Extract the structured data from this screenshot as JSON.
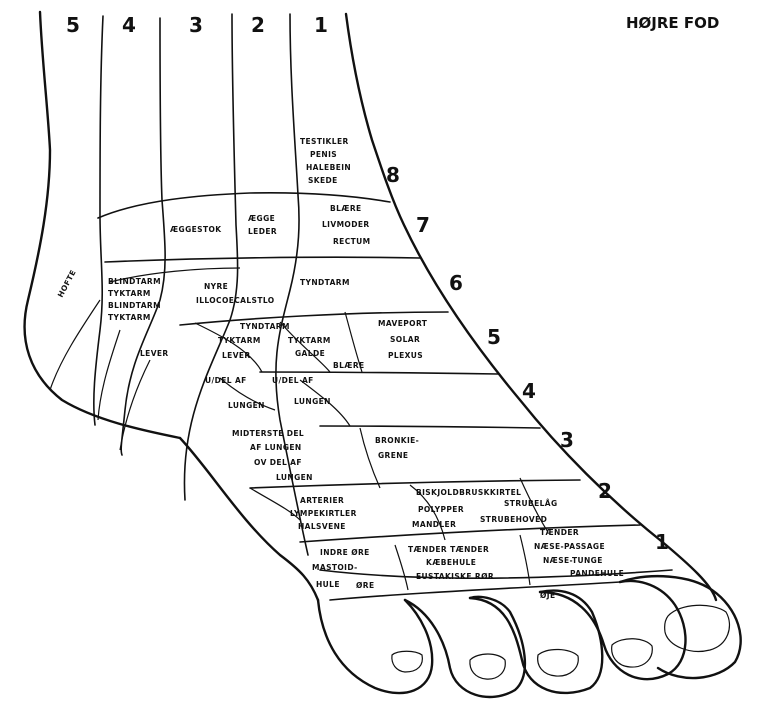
{
  "title": "HØJRE FOD",
  "column_numbers": [
    "5",
    "4",
    "3",
    "2",
    "1"
  ],
  "zone_numbers": [
    "8",
    "7",
    "6",
    "5",
    "4",
    "3",
    "2",
    "1"
  ],
  "labels": {
    "testikler": "TESTIKLER",
    "penis": "PENIS",
    "halebein": "HALEBEIN",
    "skede": "SKEDE",
    "blaere_top": "BLÆRE",
    "livmoder": "LIVMODER",
    "rectum": "RECTUM",
    "aeggestok": "ÆGGESTOK",
    "aegge": "ÆGGE",
    "leder": "LEDER",
    "hofte": "HOFTE",
    "blindtarm_1": "BLINDTARM",
    "tyktarm_1": "TYKTARM",
    "blindtarm_2": "BLINDTARM",
    "tyktarm_2": "TYKTARM",
    "nyre": "NYRE",
    "illocoecalstlo": "ILLOCOECALSTLO",
    "tyndtarm_1": "TYNDTARM",
    "tyndtarm_2": "TYNDTARM",
    "tyktarm_3": "TYKTARM",
    "tyktarm_4": "TYKTARM",
    "lever_1": "LEVER",
    "galde": "GALDE",
    "blaere_mid": "BLÆRE",
    "maveport": "MAVEPORT",
    "solar": "SOLAR",
    "plexus": "PLEXUS",
    "lever_2": "LEVER",
    "udel_af_1": "U/DEL AF",
    "udel_af_2": "U/DEL AF",
    "lungen_1": "LUNGEN",
    "lungen_2": "LUNGEN",
    "midterste_del": "MIDTERSTE DEL",
    "af_lungen": "AF LUNGEN",
    "ov_del_af": "OV DEL AF",
    "lungen_3": "LUNGEN",
    "bronkie": "BRONKIE-",
    "grene": "GRENE",
    "arterier": "ARTERIER",
    "lympekirtler": "LYMPEKIRTLER",
    "halsvene": "HALSVENE",
    "biskjoldbruskkirtel": "BISKJOLDBRUSKKIRTEL",
    "polypper": "POLYPPER",
    "strubelag": "STRUBELÅG",
    "mandler": "MANDLER",
    "strubehoved": "STRUBEHOVED",
    "taender_1": "TÆNDER",
    "naese_passage": "NÆSE-PASSAGE",
    "naese_tunge": "NÆSE-TUNGE",
    "pandehule": "PANDEHULE",
    "indre_ore": "INDRE ØRE",
    "mastoid": "MASTOID-",
    "hule": "HULE",
    "ore": "ØRE",
    "taender_taender": "TÆNDER TÆNDER",
    "kaebehule": "KÆBEHULE",
    "eustakiske_ror": "EUSTAKISKE RØR",
    "oje": "ØJE"
  }
}
